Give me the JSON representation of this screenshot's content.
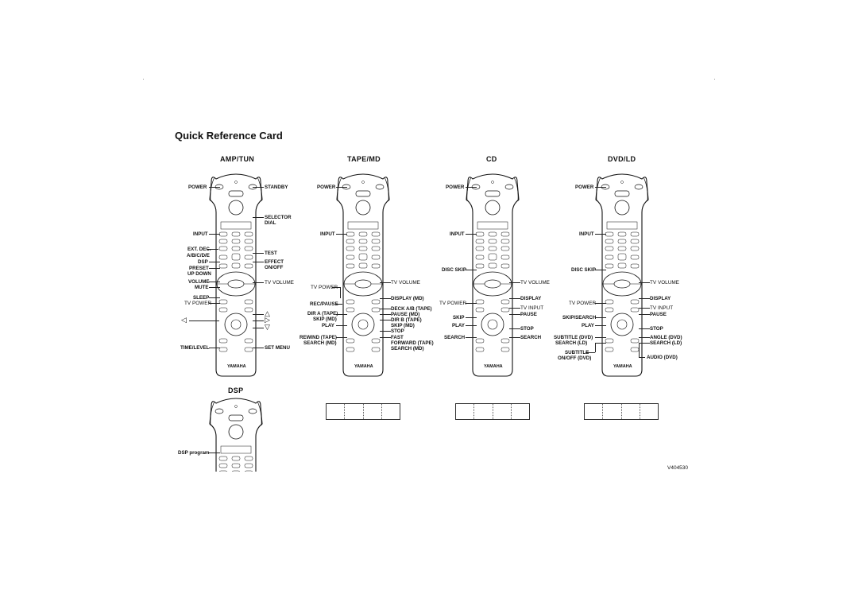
{
  "title": "Quick Reference Card",
  "sections": {
    "amp": "AMP/TUN",
    "tape": "TAPE/MD",
    "cd": "CD",
    "dvd": "DVD/LD",
    "dsp": "DSP"
  },
  "brand": "YAMAHA",
  "amp": {
    "power": "POWER",
    "standby": "STANDBY",
    "selector": "SELECTOR",
    "dial": "DIAL",
    "input": "INPUT",
    "ext_dec": "EXT. DEC.",
    "abcde": "A/B/C/D/E",
    "test": "TEST",
    "dsp": "DSP",
    "effect": "EFFECT",
    "onoff": "ON/OFF",
    "preset": "PRESET",
    "updown": "UP DOWN",
    "volume": "VOLUME",
    "tv_volume": "TV VOLUME",
    "mute": "MUTE",
    "sleep": "SLEEP",
    "tv_power": "TV POWER",
    "time_level": "TIME/LEVEL",
    "set_menu": "SET MENU"
  },
  "tape": {
    "power": "POWER",
    "input": "INPUT",
    "tv_power": "TV POWER",
    "tv_volume": "TV VOLUME",
    "display_md": "DISPLAY (MD)",
    "rec_pause": "REC/PAUSE",
    "deck_ab": "DECK A/B (TAPE)",
    "dir_a": "DIR A (TAPE)",
    "skip_md1": "SKIP (MD)",
    "pause_md": "PAUSE (MD)",
    "dir_b": "DIR B (TAPE)",
    "skip_md2": "SKIP (MD)",
    "play": "PLAY",
    "stop": "STOP",
    "rewind": "REWIND (TAPE)",
    "search_md1": "SEARCH (MD)",
    "fast": "FAST",
    "forward": "FORWARD (TAPE)",
    "search_md2": "SEARCH (MD)"
  },
  "cd": {
    "power": "POWER",
    "input": "INPUT",
    "disc_skip": "DISC SKIP",
    "tv_volume": "TV VOLUME",
    "display": "DISPLAY",
    "tv_power": "TV POWER",
    "tv_input": "TV INPUT",
    "skip": "SKIP",
    "pause": "PAUSE",
    "play": "PLAY",
    "stop": "STOP",
    "search_l": "SEARCH",
    "search_r": "SEARCH"
  },
  "dvd": {
    "power": "POWER",
    "input": "INPUT",
    "disc_skip": "DISC SKIP",
    "tv_volume": "TV VOLUME",
    "display": "DISPLAY",
    "tv_power": "TV POWER",
    "tv_input": "TV INPUT",
    "pause": "PAUSE",
    "skip_search": "SKIP/SEARCH",
    "play": "PLAY",
    "stop": "STOP",
    "subtitle_dvd": "SUBTITLE (DVD)",
    "angle_dvd": "ANGLE (DVD)",
    "search_ld_l": "SEARCH (LD)",
    "search_ld_r": "SEARCH (LD)",
    "subtitle": "SUBTITLE",
    "onoff_dvd": "ON/OFF (DVD)",
    "audio_dvd": "AUDIO (DVD)"
  },
  "dsp": {
    "program": "DSP program"
  },
  "doc_code": "V404530"
}
